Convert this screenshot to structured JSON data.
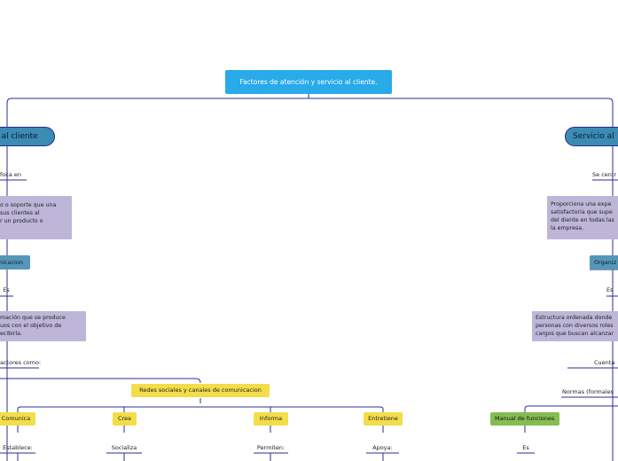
{
  "root": {
    "title": "Factores de atención y servicio al cliente."
  },
  "left": {
    "main": "n al cliente",
    "enfoca": "foca en",
    "desc1": [
      "o o soporte que una",
      "sus clientes al",
      "r un producto o"
    ],
    "comunicacion": "nicacion",
    "es": "Es",
    "desc2": [
      "mación que se produce",
      "uos con el objetivo de",
      "ecibirla."
    ],
    "factores": "actores como:",
    "redes": "Redes sociales y canales de comunicacion",
    "children": [
      {
        "label": "Comunica",
        "sub": "Establece:"
      },
      {
        "label": "Crea",
        "sub": "Socializa"
      },
      {
        "label": "Informa",
        "sub": "Permiten:"
      },
      {
        "label": "Entretiene",
        "sub": "Apoya:"
      }
    ]
  },
  "right": {
    "main": "Servicio al",
    "centra": "Se centr",
    "desc1": [
      "Proporciona una expe",
      "satisfactoria que supe",
      "del diente en todas las",
      "la empresa."
    ],
    "organiza": "Organiz",
    "es": "Es",
    "desc2": [
      "Estructura ordenada donde",
      "personas con diversos roles",
      "cargos que buscan alcanzar"
    ],
    "cuenta": "Cuenta",
    "normas": "Normas (formales",
    "manual": "Manual de funciones",
    "es2": "Es"
  },
  "colors": {
    "root": "#29aae9",
    "main": "#3b8bb4",
    "line": "#2a2f96",
    "purple": "#bdb6d9",
    "yellow": "#f3dd4a",
    "green": "#86bd52"
  }
}
